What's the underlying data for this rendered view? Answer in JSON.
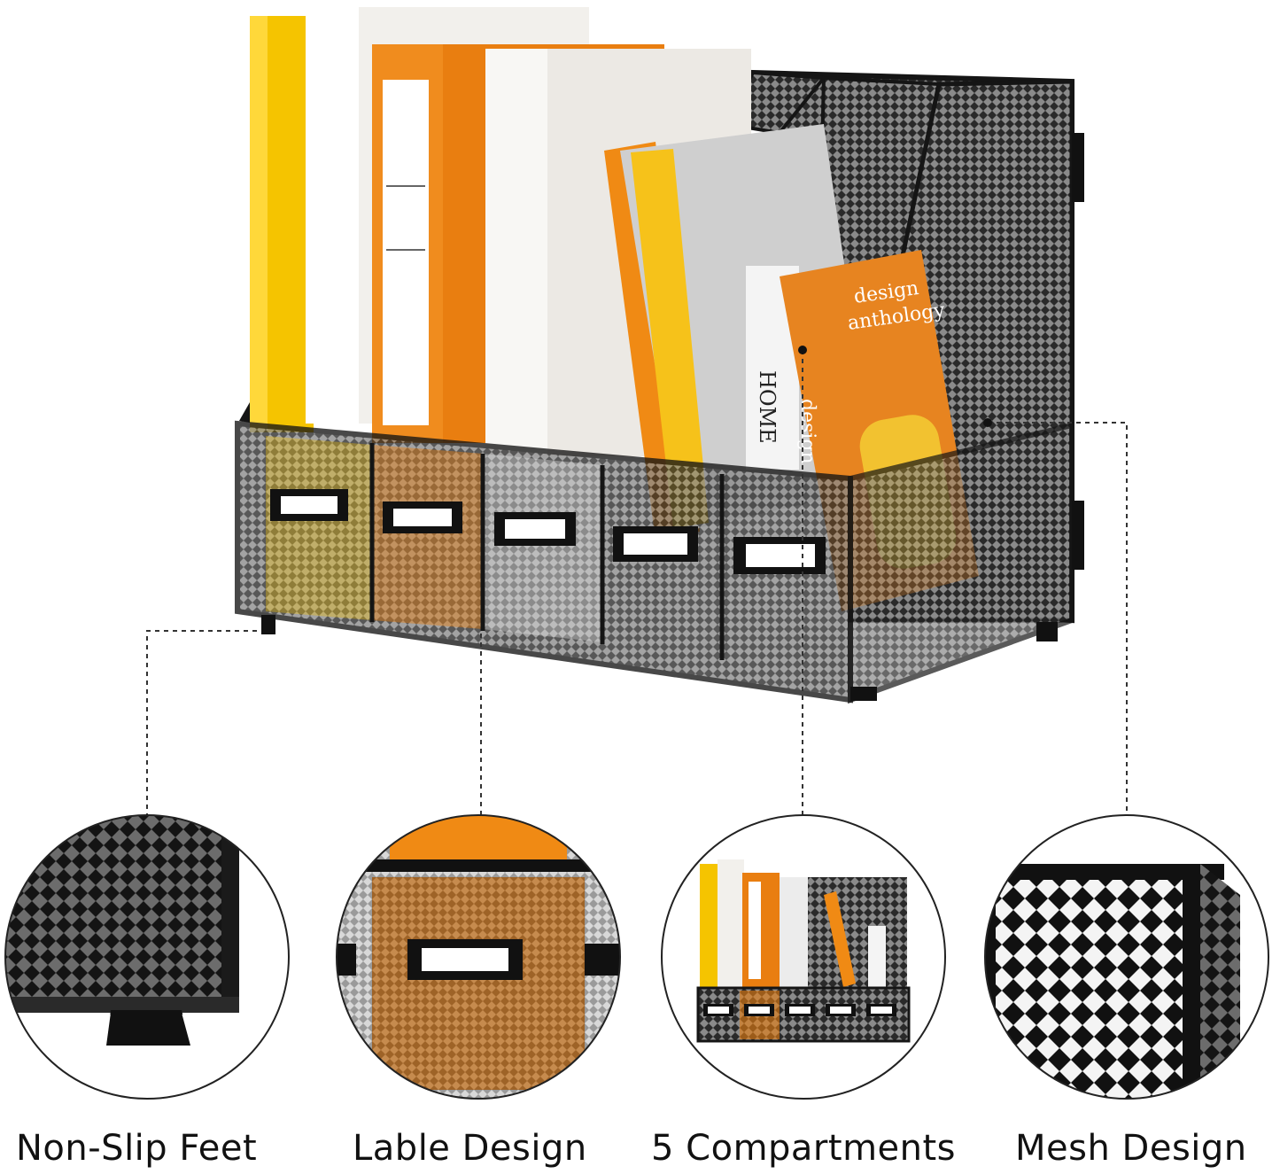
{
  "product": {
    "book_spine_title": "HOME",
    "book_cover_title": "design anthology",
    "book_spine_text": "design"
  },
  "features": [
    {
      "label": "Non-Slip Feet",
      "icon": "non-slip-feet-closeup"
    },
    {
      "label": "Lable Design",
      "icon": "label-holder-closeup"
    },
    {
      "label": "5 Compartments",
      "icon": "compartments-overview"
    },
    {
      "label": "Mesh Design",
      "icon": "mesh-corner-closeup"
    }
  ],
  "colors": {
    "frame": "#151515",
    "yellow_binder": "#f5c400",
    "orange_binder": "#e97e10",
    "white_binder": "#f2f0ec",
    "circle_border": "#222222"
  }
}
